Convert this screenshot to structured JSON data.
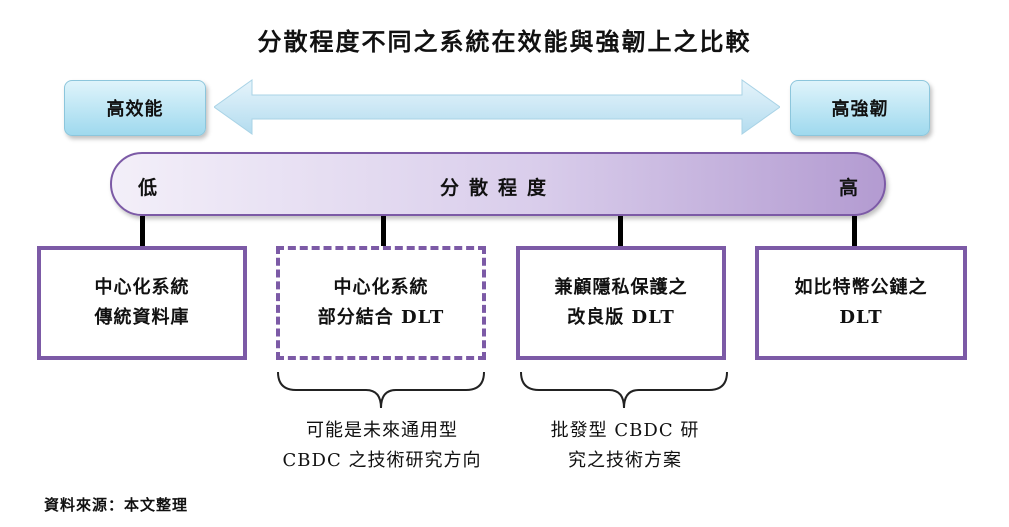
{
  "title": "分散程度不同之系統在效能與強韌上之比較",
  "left_label": "高效能",
  "right_label": "高強韌",
  "scale": {
    "low": "低",
    "middle": "分散程度",
    "high": "高"
  },
  "boxes": [
    {
      "line1": "中心化系統",
      "line2": "傳統資料庫",
      "style": "solid"
    },
    {
      "line1": "中心化系統",
      "line2": "部分結合 DLT",
      "style": "dashed"
    },
    {
      "line1": "兼顧隱私保護之",
      "line2": "改良版 DLT",
      "style": "solid"
    },
    {
      "line1": "如比特幣公鏈之",
      "line2": "DLT",
      "style": "solid"
    }
  ],
  "notes": [
    {
      "line1": "可能是未來通用型",
      "line2": "CBDC 之技術研究方向"
    },
    {
      "line1": "批發型 CBDC 研",
      "line2": "究之技術方案"
    }
  ],
  "source": "資料來源：本文整理",
  "colors": {
    "accent_purple": "#7c5aa6",
    "cap_blue": "#9fd9ee",
    "arrow_blue": "#bfe3f3"
  }
}
